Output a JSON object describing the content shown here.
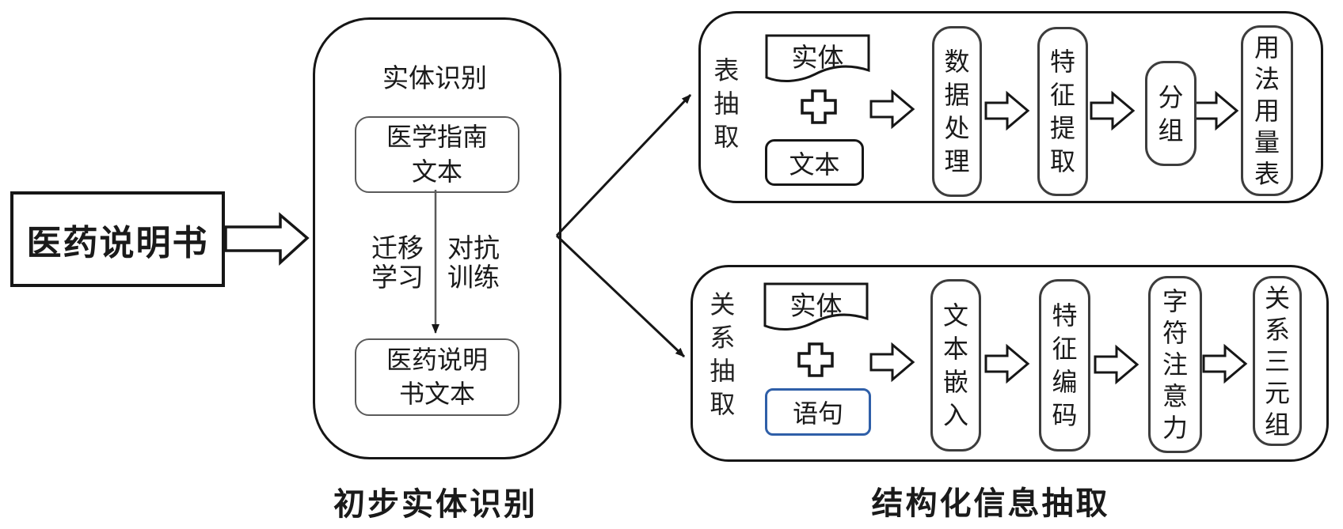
{
  "figure": {
    "source_box": "医药说明书",
    "preliminary_ner": {
      "title": "实体识别",
      "guide_text_box": "医学指南\n文本",
      "transfer_label": "迁移\n学习",
      "adversarial_label": "对抗\n训练",
      "instruction_text_box": "医药说明\n书文本",
      "caption": "初步实体识别"
    },
    "table_extraction": {
      "side_label": "表抽取",
      "entity_doc": "实体",
      "text_box": "文本",
      "steps": [
        "数据处理",
        "特征提取",
        "分组",
        "用法用量表"
      ]
    },
    "relation_extraction": {
      "side_label": "关系抽取",
      "entity_doc": "实体",
      "sentence_box": "语句",
      "steps": [
        "文本嵌入",
        "特征编码",
        "字符注意力",
        "关系三元组"
      ]
    },
    "right_caption": "结构化信息抽取",
    "icons": {
      "plus": "plus-cross",
      "flow_arrow": "block-arrow-right",
      "entity_shape": "document-shape"
    },
    "colors": {
      "outline": "#161616",
      "inner_box_border": "#5a5a5a",
      "step_box_border": "#3d3d3d",
      "sentence_box_border": "#2f5fa8",
      "text": "#1a1a1a",
      "background": "#ffffff"
    }
  }
}
